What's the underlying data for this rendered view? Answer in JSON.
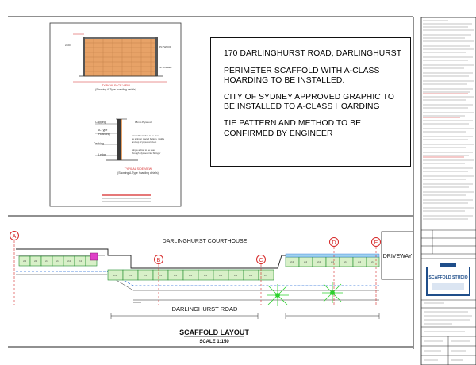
{
  "notes": {
    "address": "170 DARLINGHURST ROAD, DARLINGHURST",
    "line1": "PERIMETER SCAFFOLD WITH A-CLASS HOARDING TO BE INSTALLED.",
    "line2": "CITY OF SYDNEY APPROVED GRAPHIC TO BE INSTALLED TO A-CLASS HOARDING",
    "line3": "TIE PATTERN AND METHOD TO BE CONFIRMED BY ENGINEER"
  },
  "detail": {
    "face_view": "TYPICAL FACE VIEW",
    "face_sub": "(Showing A-Type hoarding details)",
    "side_view": "TYPICAL SIDE VIEW",
    "side_sub": "(Showing A-Type hoarding details)"
  },
  "plan": {
    "courthouse": "DARLINGHURST COURTHOUSE",
    "road": "DARLINGHURST ROAD",
    "driveway": "DRIVEWAY",
    "title": "SCAFFOLD LAYOUT",
    "scale": "SCALE 1:150",
    "markers": [
      "A",
      "B",
      "C",
      "D",
      "E"
    ]
  },
  "titleblock": {
    "company": "SCAFFOLD STUDIO"
  },
  "colors": {
    "scaffold_fill": "#d8f0c8",
    "scaffold_edge": "#1d8c2a",
    "marker": "#d62828",
    "road_line": "#2a6fd6",
    "brick": "#e7a267",
    "tree": "#2bd12b",
    "logo": "#1f4e8a"
  }
}
